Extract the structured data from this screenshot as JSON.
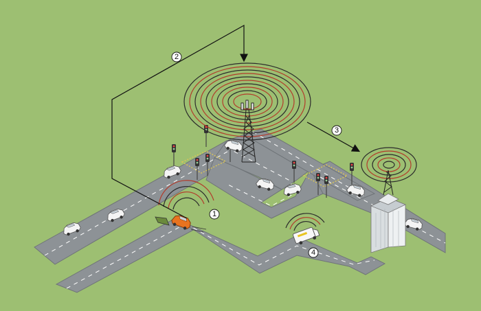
{
  "diagram": {
    "step_labels": [
      "1",
      "2",
      "3",
      "4"
    ],
    "colors": {
      "background": "#9dbf72",
      "road": "#8d9296",
      "road_edge": "#6f7478",
      "lane_marking": "#ffffff",
      "signal_ring_red": "#b23b2b",
      "signal_ring_dark": "#2b2b2b",
      "accident_car": "#e8731f",
      "arrow": "#111111",
      "crosswalk": "#d8c35a"
    },
    "icons": [
      "cell-tower-icon",
      "control-center-building-icon",
      "accident-car-icon",
      "ambulance-icon",
      "traffic-light-icon",
      "car-icon"
    ]
  }
}
